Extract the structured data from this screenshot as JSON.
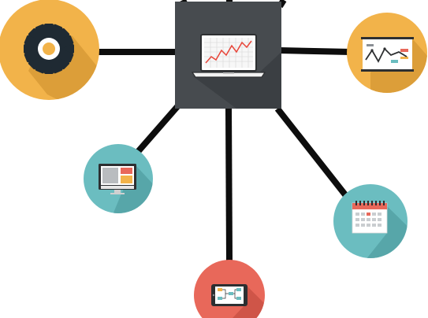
{
  "diagram": {
    "hub": {
      "icon": "laptop-chart-icon",
      "color": "#474b4f"
    },
    "connector_color": "#0d0d0d",
    "nodes": [
      {
        "id": "settings",
        "icon": "gear-icon",
        "color": "#f2b34a"
      },
      {
        "id": "presentation",
        "icon": "presentation-board-icon",
        "color": "#f2b34a"
      },
      {
        "id": "desktop",
        "icon": "desktop-monitor-icon",
        "color": "#6bbdc0"
      },
      {
        "id": "calendar",
        "icon": "calendar-icon",
        "color": "#6bbdc0"
      },
      {
        "id": "mobile",
        "icon": "smartphone-flowchart-icon",
        "color": "#e8685a"
      }
    ]
  }
}
